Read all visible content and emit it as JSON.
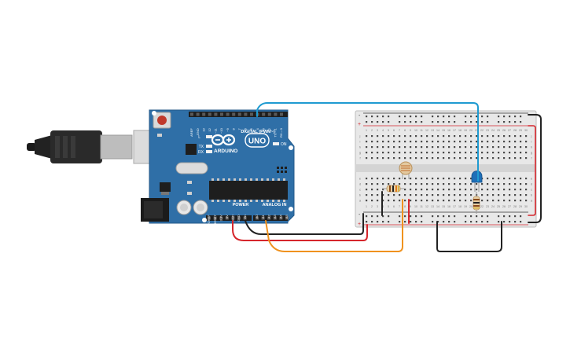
{
  "arduino": {
    "brand": "ARDUINO",
    "model": "UNO",
    "digital_label": "DIGITAL (PWM~)",
    "power_label": "POWER",
    "analog_label": "ANALOG IN",
    "on_label": "ON",
    "led_labels": [
      "L",
      "TX",
      "RX"
    ],
    "digital_pins": [
      "AREF",
      "GND",
      "13",
      "12",
      "~11",
      "~10",
      "~9",
      "8",
      "7",
      "~6",
      "~5",
      "4",
      "~3",
      "2",
      "TX→1",
      "RX←0"
    ],
    "power_pins": [
      "IOREF",
      "RESET",
      "3.3V",
      "5V",
      "GND",
      "GND",
      "Vin"
    ],
    "analog_pins": [
      "A0",
      "A1",
      "A2",
      "A3",
      "A4",
      "A5"
    ],
    "board_color": "#2f6fa7"
  },
  "breadboard": {
    "column_numbers": [
      "1",
      "2",
      "3",
      "4",
      "5",
      "6",
      "7",
      "8",
      "9",
      "10",
      "11",
      "12",
      "13",
      "14",
      "15",
      "16",
      "17",
      "18",
      "19",
      "20",
      "21",
      "22",
      "23",
      "24",
      "25",
      "26",
      "27",
      "28",
      "29",
      "30"
    ],
    "row_letters_top": [
      "j",
      "i",
      "h",
      "g",
      "f"
    ],
    "row_letters_bottom": [
      "e",
      "d",
      "c",
      "b",
      "a"
    ],
    "rail_plus": "+",
    "rail_minus": "-"
  },
  "wires": {
    "digital_color": "#1f9bd1",
    "power_color": "#d6262c",
    "ground_color": "#222222",
    "analog_color": "#f0921e"
  }
}
